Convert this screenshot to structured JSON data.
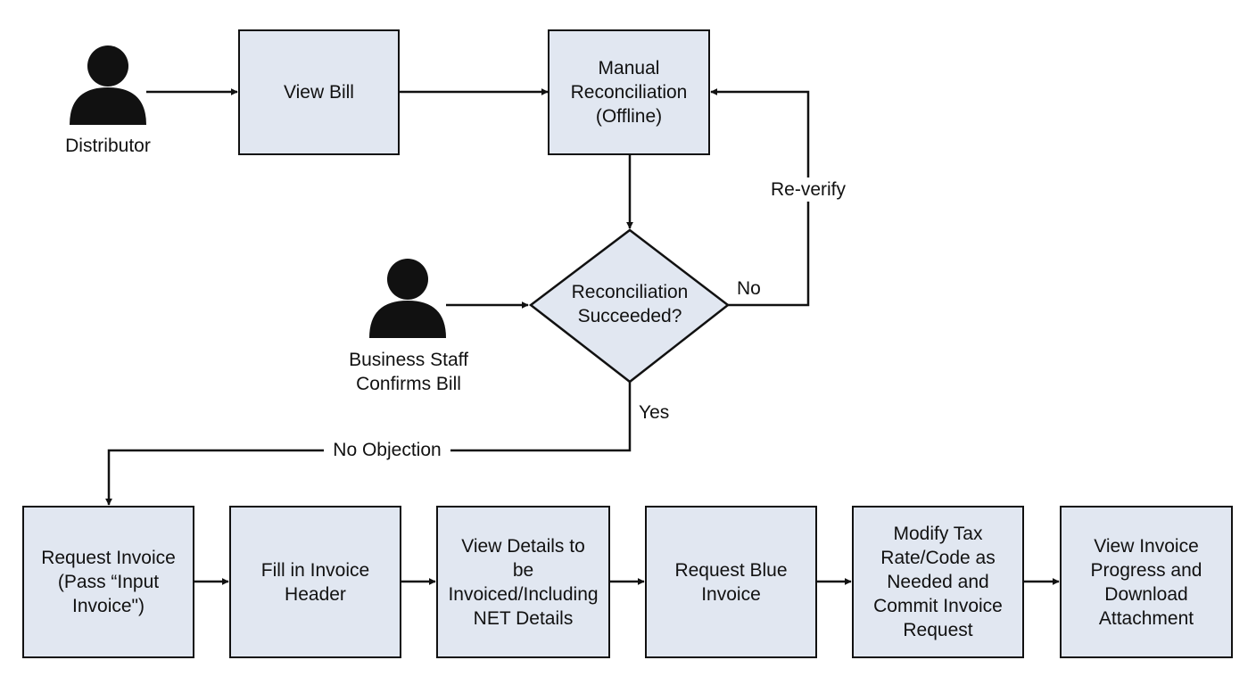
{
  "actors": {
    "distributor": "Distributor",
    "business_staff": [
      "Business Staff",
      "Confirms Bill"
    ]
  },
  "boxes": {
    "view_bill": [
      "View Bill"
    ],
    "manual_reconciliation": [
      "Manual",
      "Reconciliation",
      "(Offline)"
    ],
    "request_invoice": [
      "Request Invoice",
      "(Pass “Input",
      "Invoice\")"
    ],
    "fill_header": [
      "Fill in Invoice",
      "Header"
    ],
    "view_details": [
      "View Details to",
      "be",
      "Invoiced/Including",
      "NET Details"
    ],
    "request_blue": [
      "Request Blue",
      "Invoice"
    ],
    "modify_tax": [
      "Modify Tax",
      "Rate/Code as",
      "Needed and",
      "Commit Invoice",
      "Request"
    ],
    "view_progress": [
      "View Invoice",
      "Progress and",
      "Download",
      "Attachment"
    ]
  },
  "decision": [
    "Reconciliation",
    "Succeeded?"
  ],
  "edge_labels": {
    "re_verify": "Re-verify",
    "no": "No",
    "yes": "Yes",
    "no_objection": "No Objection"
  },
  "colors": {
    "box_fill": "#e1e7f1",
    "stroke": "#111111"
  }
}
